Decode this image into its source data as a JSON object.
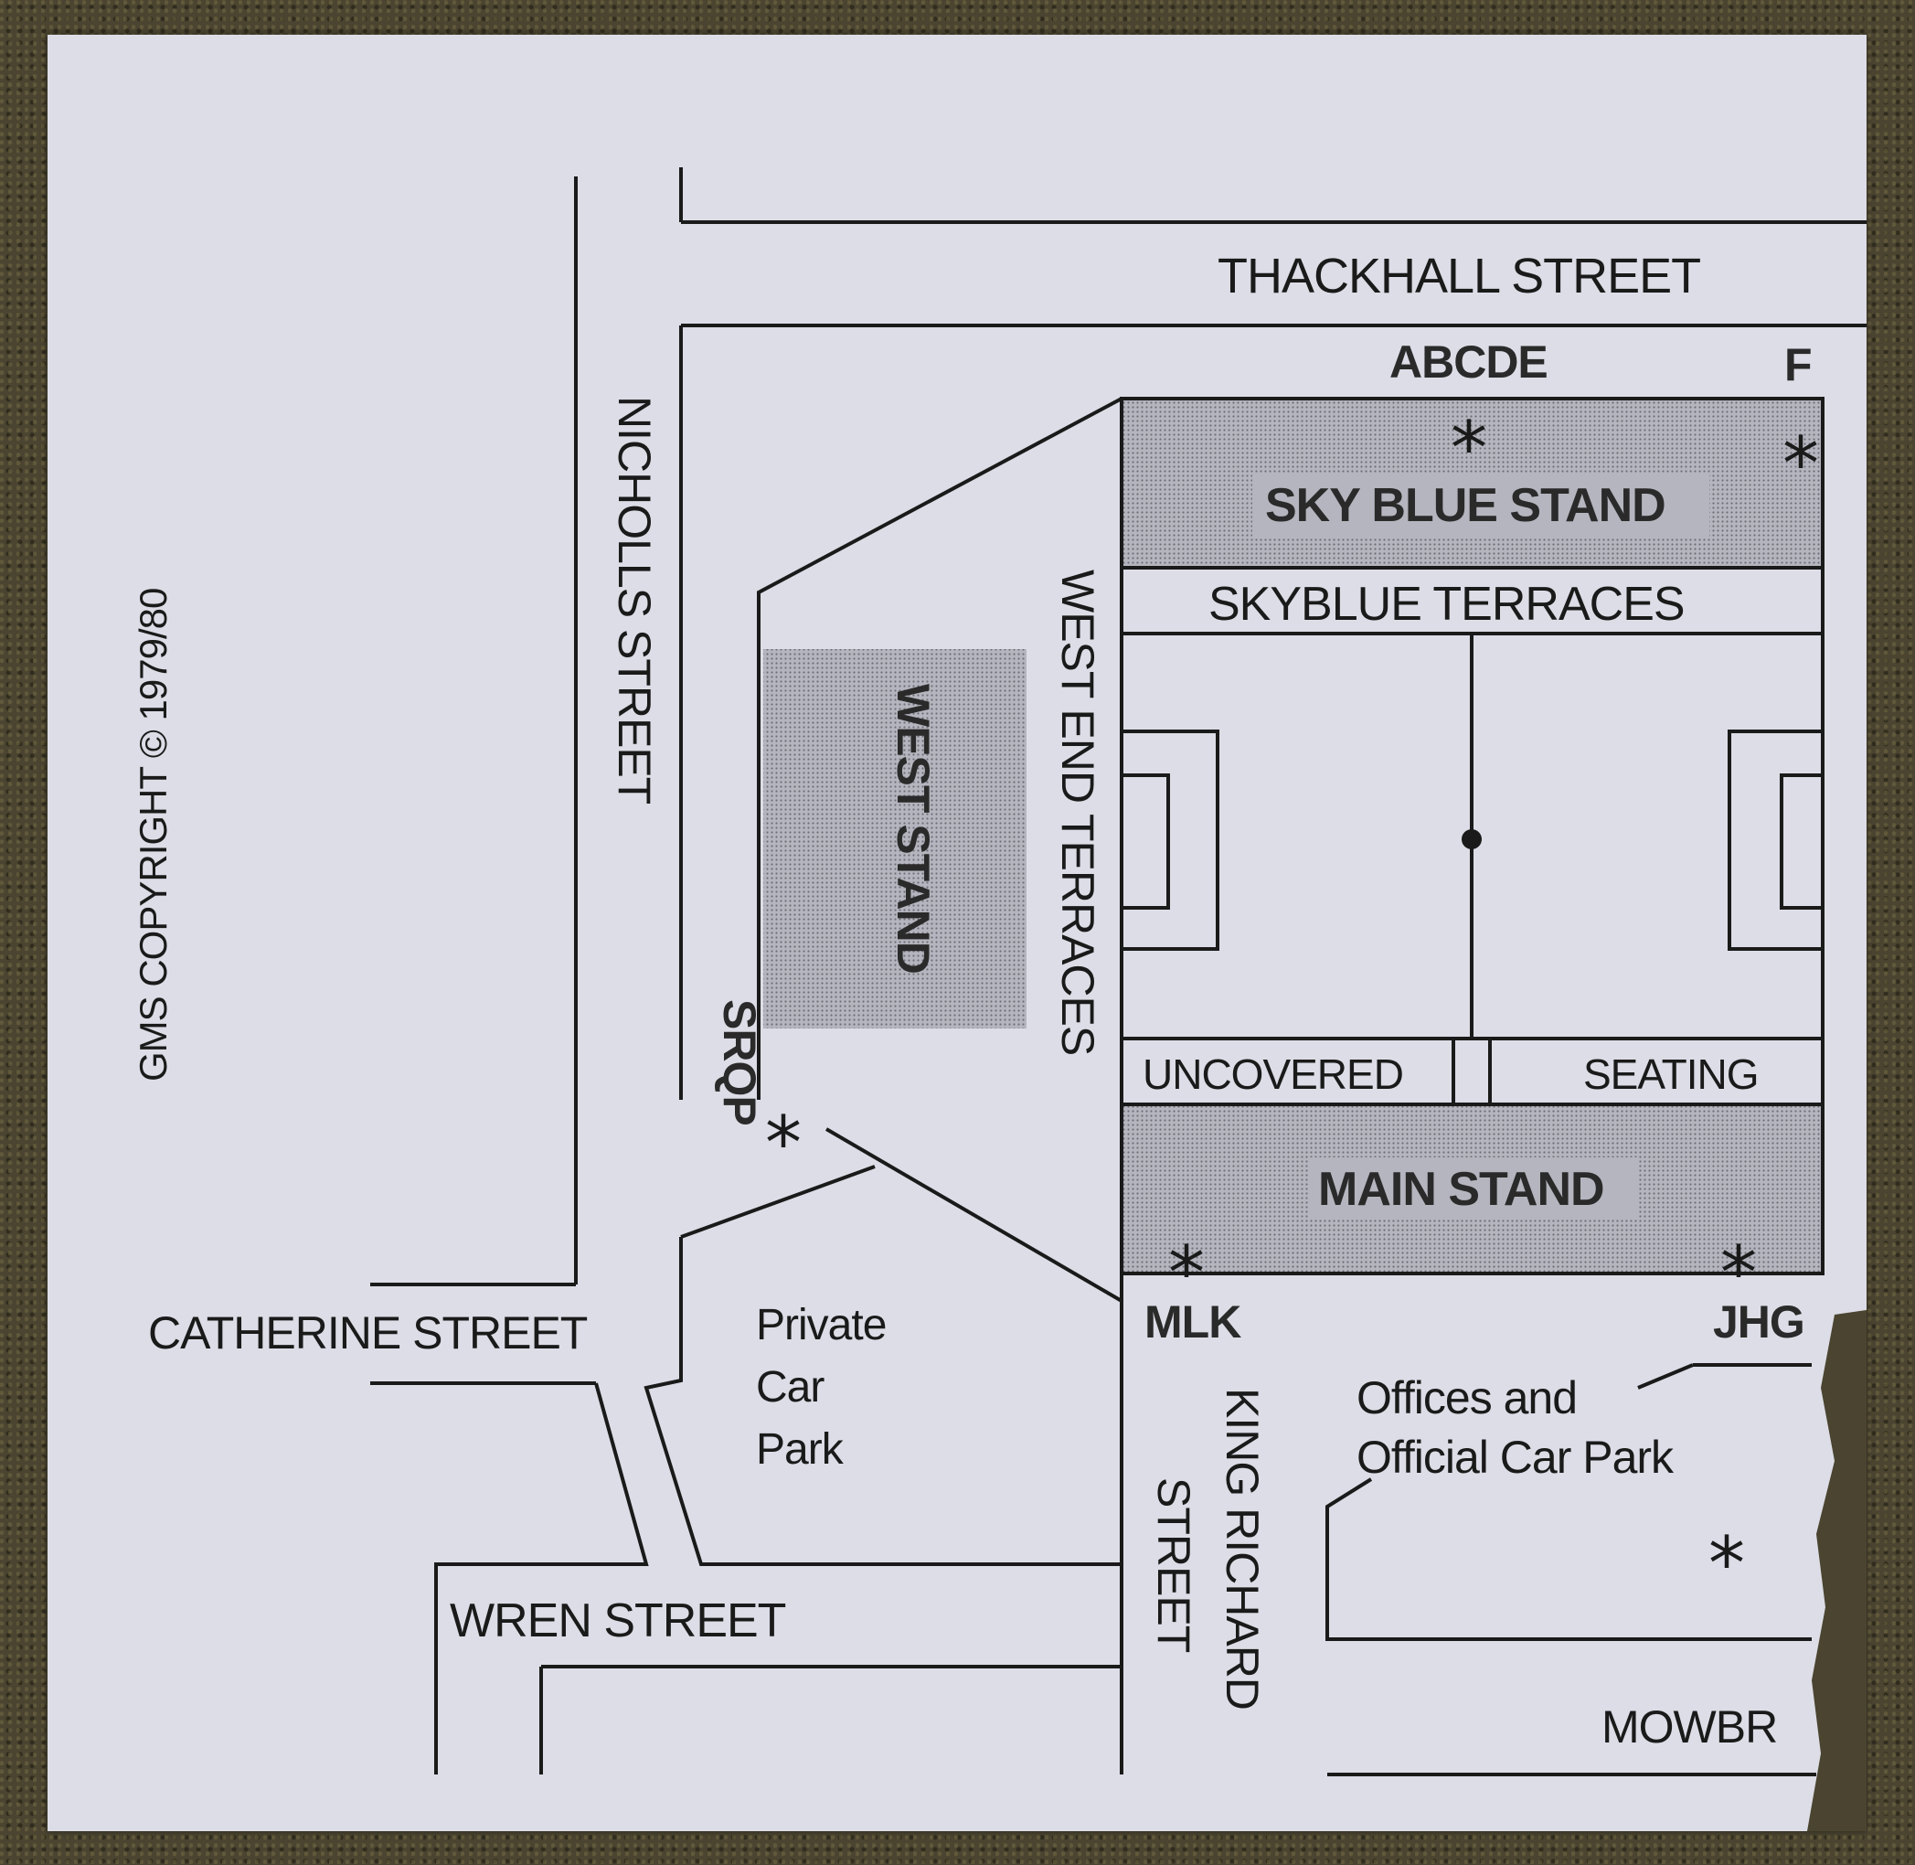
{
  "copyright": "GMS COPYRIGHT © 1979/80",
  "streets": {
    "thackhall": "THACKHALL STREET",
    "nicholls": "NICHOLLS STREET",
    "catherine": "CATHERINE STREET",
    "wren": "WREN STREET",
    "king_richard_1": "KING RICHARD",
    "king_richard_2": "STREET",
    "mowbray": "MOWBR"
  },
  "stands": {
    "sky_blue": "SKY BLUE STAND",
    "skyblue_terraces": "SKYBLUE TERRACES",
    "west": "WEST STAND",
    "west_end_terraces": "WEST END TERRACES",
    "uncovered": "UNCOVERED",
    "seating": "SEATING",
    "main": "MAIN STAND"
  },
  "entrances": {
    "abcde": "ABCDE",
    "f": "F",
    "srqp": "SRQP",
    "mlk": "MLK",
    "jhg": "JHG"
  },
  "areas": {
    "private_car_park": [
      "Private",
      "Car",
      "Park"
    ],
    "offices": [
      "Offices and",
      "Official Car Park"
    ]
  },
  "marker_symbol": "*",
  "colors": {
    "paper": "#dcdde6",
    "ink": "#1a1a1a",
    "stand_fill": "#a9aab3"
  }
}
